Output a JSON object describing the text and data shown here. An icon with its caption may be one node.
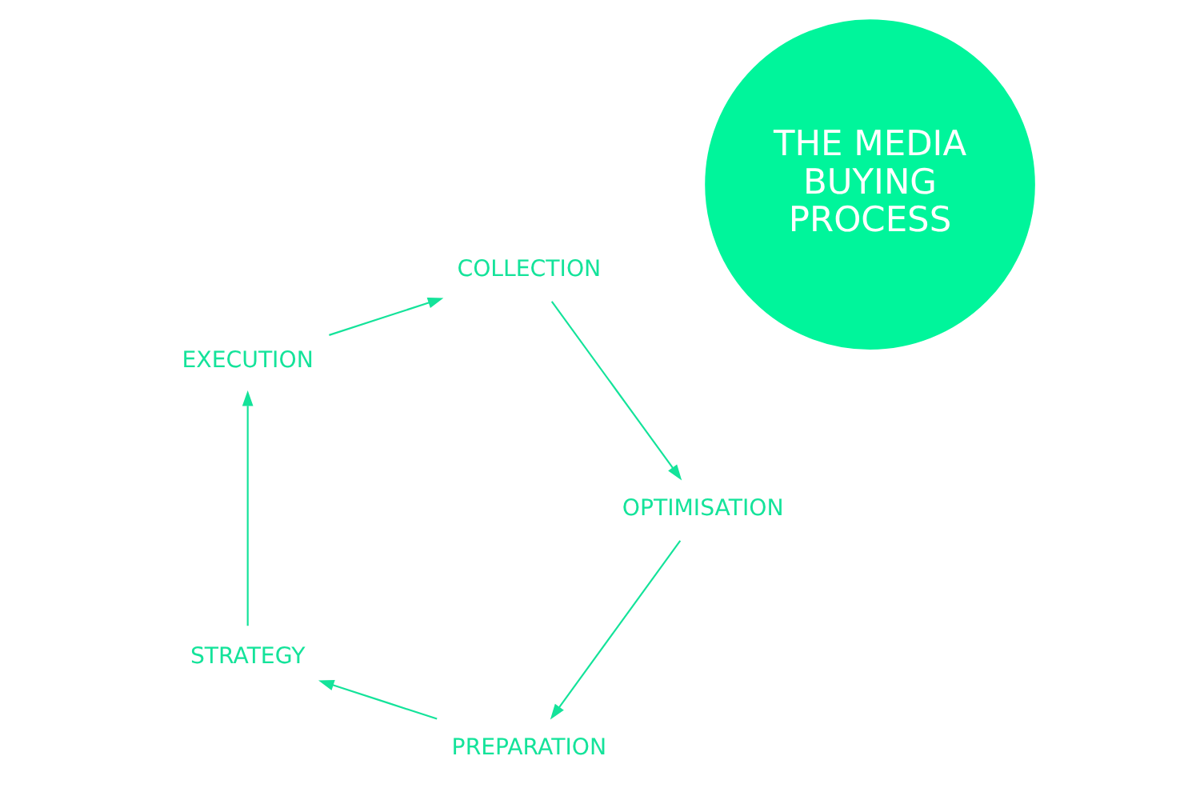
{
  "diagram": {
    "nodes": [
      {
        "text": [
          "THE MEDIA BUYING PROCESS"
        ]
      },
      {
        "text": [
          "PREPARATION"
        ]
      },
      {
        "text": [
          "STRATEGY"
        ]
      },
      {
        "text": [
          "EXECUTION"
        ]
      },
      {
        "text": [
          "COLLECTION"
        ]
      },
      {
        "text": [
          "OPTIMISATION"
        ]
      }
    ],
    "edges": [
      {
        "from": 1,
        "to": 2,
        "arrow": "to"
      },
      {
        "from": 2,
        "to": 3,
        "arrow": "to"
      },
      {
        "from": 3,
        "to": 4,
        "arrow": "to"
      },
      {
        "from": 4,
        "to": 5,
        "arrow": "to"
      },
      {
        "from": 5,
        "to": 1,
        "arrow": "to"
      }
    ]
  }
}
